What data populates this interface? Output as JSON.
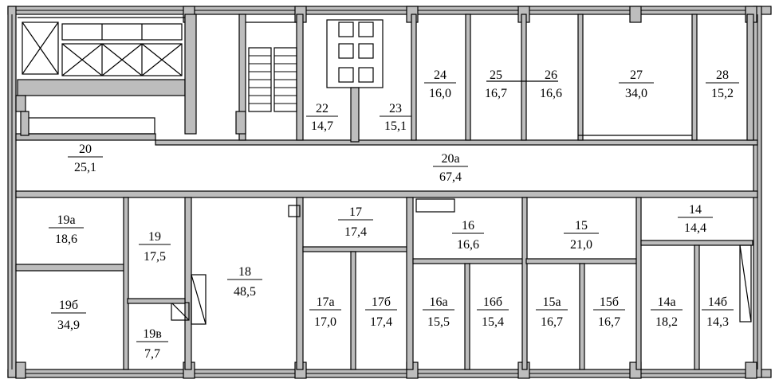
{
  "rooms": [
    {
      "id": "20",
      "area": "25,1"
    },
    {
      "id": "20а",
      "area": "67,4"
    },
    {
      "id": "22",
      "area": "14,7"
    },
    {
      "id": "23",
      "area": "15,1"
    },
    {
      "id": "24",
      "area": "16,0"
    },
    {
      "id": "25",
      "area": "16,7"
    },
    {
      "id": "26",
      "area": "16,6"
    },
    {
      "id": "27",
      "area": "34,0"
    },
    {
      "id": "28",
      "area": "15,2"
    },
    {
      "id": "19а",
      "area": "18,6"
    },
    {
      "id": "19",
      "area": "17,5"
    },
    {
      "id": "19б",
      "area": "34,9"
    },
    {
      "id": "19в",
      "area": "7,7"
    },
    {
      "id": "18",
      "area": "48,5"
    },
    {
      "id": "17",
      "area": "17,4"
    },
    {
      "id": "17а",
      "area": "17,0"
    },
    {
      "id": "17б",
      "area": "17,4"
    },
    {
      "id": "16",
      "area": "16,6"
    },
    {
      "id": "16а",
      "area": "15,5"
    },
    {
      "id": "16б",
      "area": "15,4"
    },
    {
      "id": "15",
      "area": "21,0"
    },
    {
      "id": "15а",
      "area": "16,7"
    },
    {
      "id": "15б",
      "area": "16,7"
    },
    {
      "id": "14",
      "area": "14,4"
    },
    {
      "id": "14а",
      "area": "18,2"
    },
    {
      "id": "14б",
      "area": "14,3"
    }
  ]
}
